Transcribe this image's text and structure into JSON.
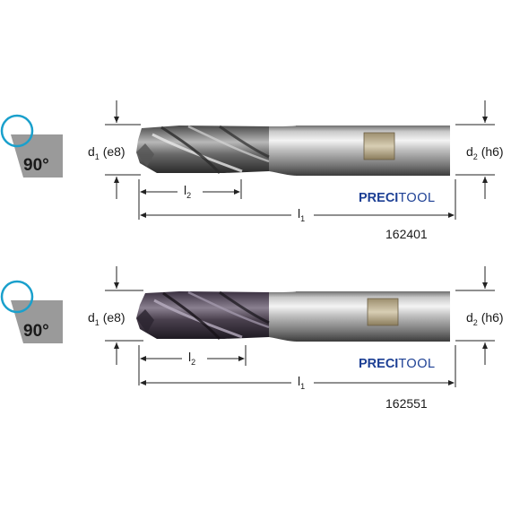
{
  "colors": {
    "angle_circle": "#1aa0cc",
    "angle_badge": "#9a9a9a",
    "brand_blue": "#1c3f94",
    "dim_line": "#222222"
  },
  "tools": [
    {
      "angle": "90°",
      "d1": "d",
      "d1_sub": "1",
      "d1_fit": " (e8)",
      "d2": "d",
      "d2_sub": "2",
      "d2_fit": " (h6)",
      "l1": "l",
      "l1_sub": "1",
      "l2": "l",
      "l2_sub": "2",
      "brand_a": "PRECI",
      "brand_b": "TOOL",
      "article": "162401",
      "coating": "bright"
    },
    {
      "angle": "90°",
      "d1": "d",
      "d1_sub": "1",
      "d1_fit": " (e8)",
      "d2": "d",
      "d2_sub": "2",
      "d2_fit": " (h6)",
      "l1": "l",
      "l1_sub": "1",
      "l2": "l",
      "l2_sub": "2",
      "brand_a": "PRECI",
      "brand_b": "TOOL",
      "article": "162551",
      "coating": "dark"
    }
  ]
}
